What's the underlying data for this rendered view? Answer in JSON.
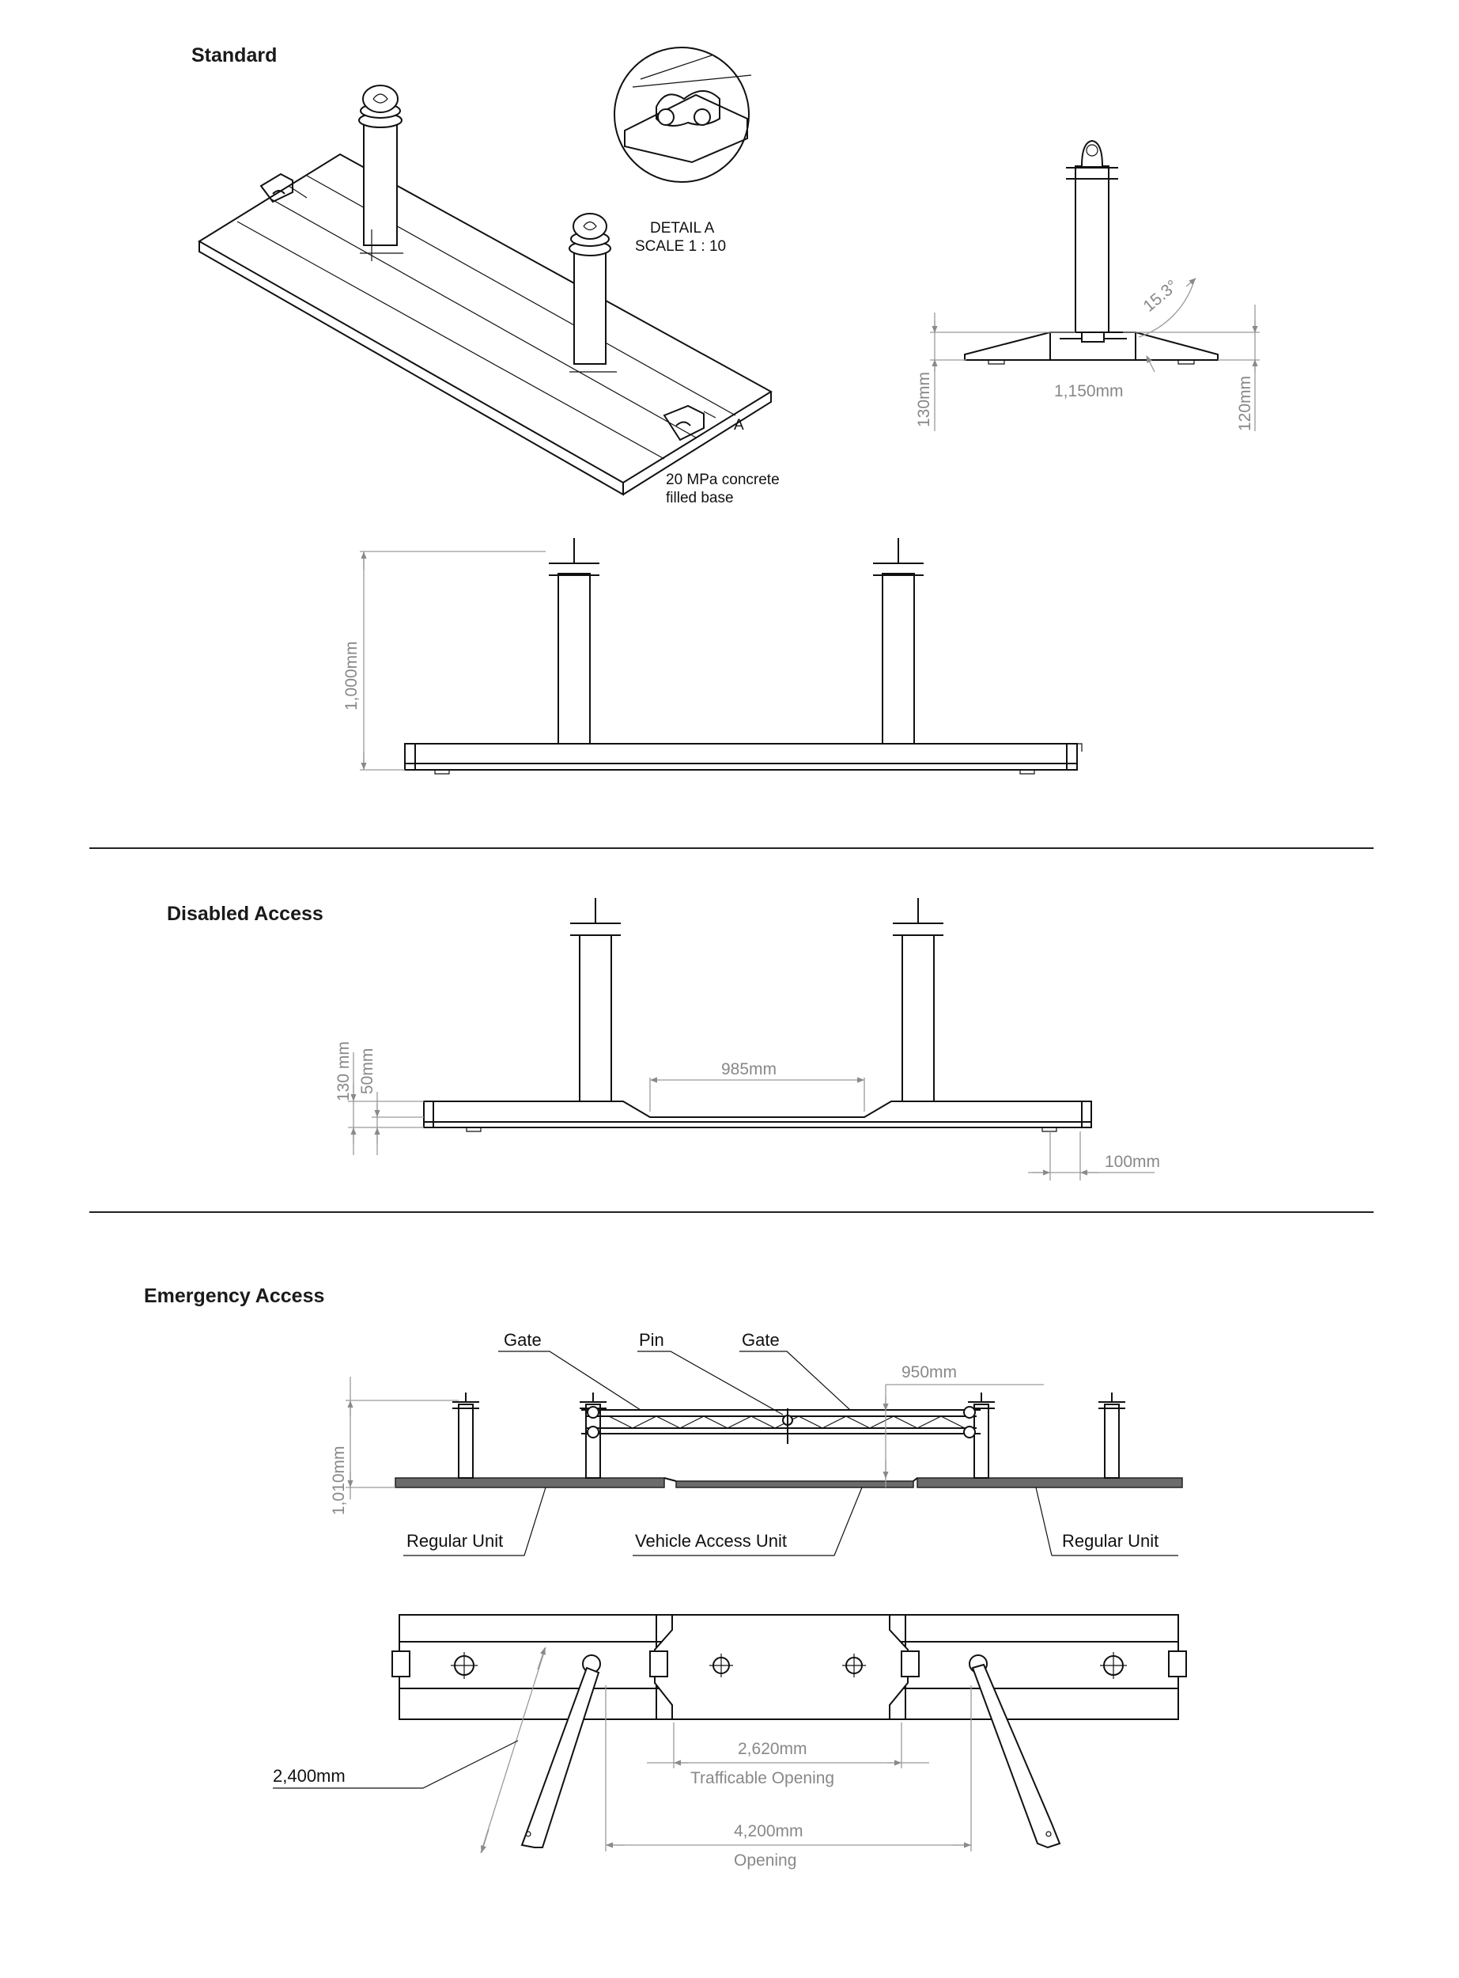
{
  "sections": {
    "standard": {
      "title": "Standard",
      "detail_title": "DETAIL A",
      "detail_scale": "SCALE 1 : 10",
      "detail_marker": "A",
      "base_note_line1": "20 MPa concrete",
      "base_note_line2": "filled base",
      "angle": "15.3°",
      "base_width": "1,150mm",
      "height_left": "130mm",
      "height_right": "120mm",
      "overall_height": "1,000mm"
    },
    "disabled_access": {
      "title": "Disabled Access",
      "height_a": "130 mm",
      "height_b": "50mm",
      "gap_width": "985mm",
      "foot_width": "100mm"
    },
    "emergency_access": {
      "title": "Emergency Access",
      "labels": {
        "gate_left": "Gate",
        "pin": "Pin",
        "gate_right": "Gate",
        "regular_unit_left": "Regular Unit",
        "vehicle_access_unit": "Vehicle Access Unit",
        "regular_unit_right": "Regular Unit"
      },
      "dims": {
        "gate_dim": "950mm",
        "overall_height": "1,010mm",
        "arm_length": "2,400mm",
        "trafficable_value": "2,620mm",
        "trafficable_label": "Trafficable Opening",
        "opening_value": "4,200mm",
        "opening_label": "Opening"
      }
    }
  }
}
